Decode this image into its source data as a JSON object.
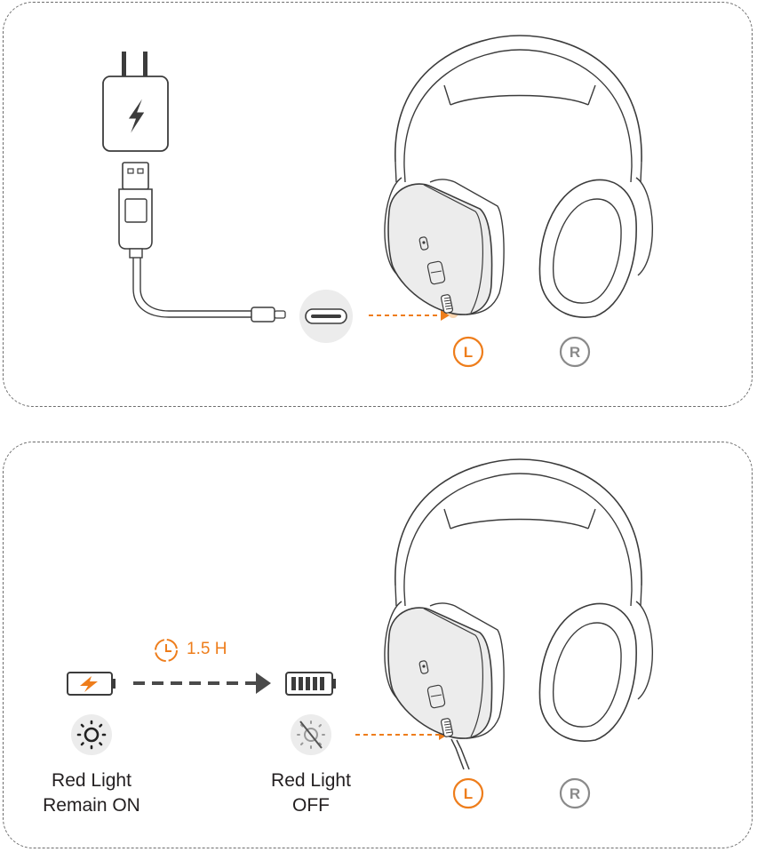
{
  "colors": {
    "accent": "#EE7D1B",
    "line": "#3c3c3c",
    "muted": "#8a8a8a",
    "fill": "#ececec"
  },
  "top_panel": {
    "ear_left_letter": "L",
    "ear_right_letter": "R",
    "icons": [
      "power-adapter-icon",
      "lightning-icon",
      "usb-a-plug-icon",
      "usb-c-plug-icon",
      "usb-c-port-icon",
      "headphones-icon"
    ]
  },
  "bottom_panel": {
    "charge_time": "1.5 H",
    "status_on": {
      "line1": "Red Light",
      "line2": "Remain ON"
    },
    "status_off": {
      "line1": "Red Light",
      "line2": "OFF"
    },
    "ear_left_letter": "L",
    "ear_right_letter": "R",
    "icons": [
      "battery-charging-icon",
      "battery-full-icon",
      "clock-icon",
      "light-on-icon",
      "light-off-icon",
      "headphones-icon"
    ]
  }
}
